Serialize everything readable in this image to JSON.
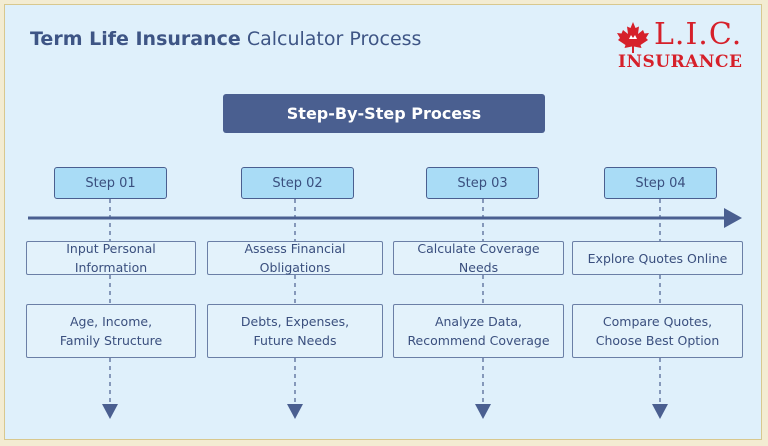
{
  "header": {
    "title_bold": "Term Life Insurance",
    "title_rest": " Calculator Process"
  },
  "logo": {
    "top_text": "L.I.C.",
    "bottom_text": "INSURANCE",
    "icon": "maple-leaf-icon",
    "color": "#d6202a"
  },
  "banner": {
    "label": "Step-By-Step Process"
  },
  "steps": [
    {
      "label": "Step 01",
      "action": "Input Personal Information",
      "detail_line1": "Age, Income,",
      "detail_line2": "Family Structure"
    },
    {
      "label": "Step 02",
      "action": "Assess Financial Obligations",
      "detail_line1": "Debts, Expenses,",
      "detail_line2": "Future Needs"
    },
    {
      "label": "Step 03",
      "action": "Calculate Coverage Needs",
      "detail_line1": "Analyze Data,",
      "detail_line2": "Recommend Coverage"
    },
    {
      "label": "Step 04",
      "action": "Explore Quotes Online",
      "detail_line1": "Compare Quotes,",
      "detail_line2": "Choose Best Option"
    }
  ],
  "colors": {
    "accent": "#4a5f90",
    "step_fill": "#a9dcf6",
    "background": "#dff0fb"
  }
}
